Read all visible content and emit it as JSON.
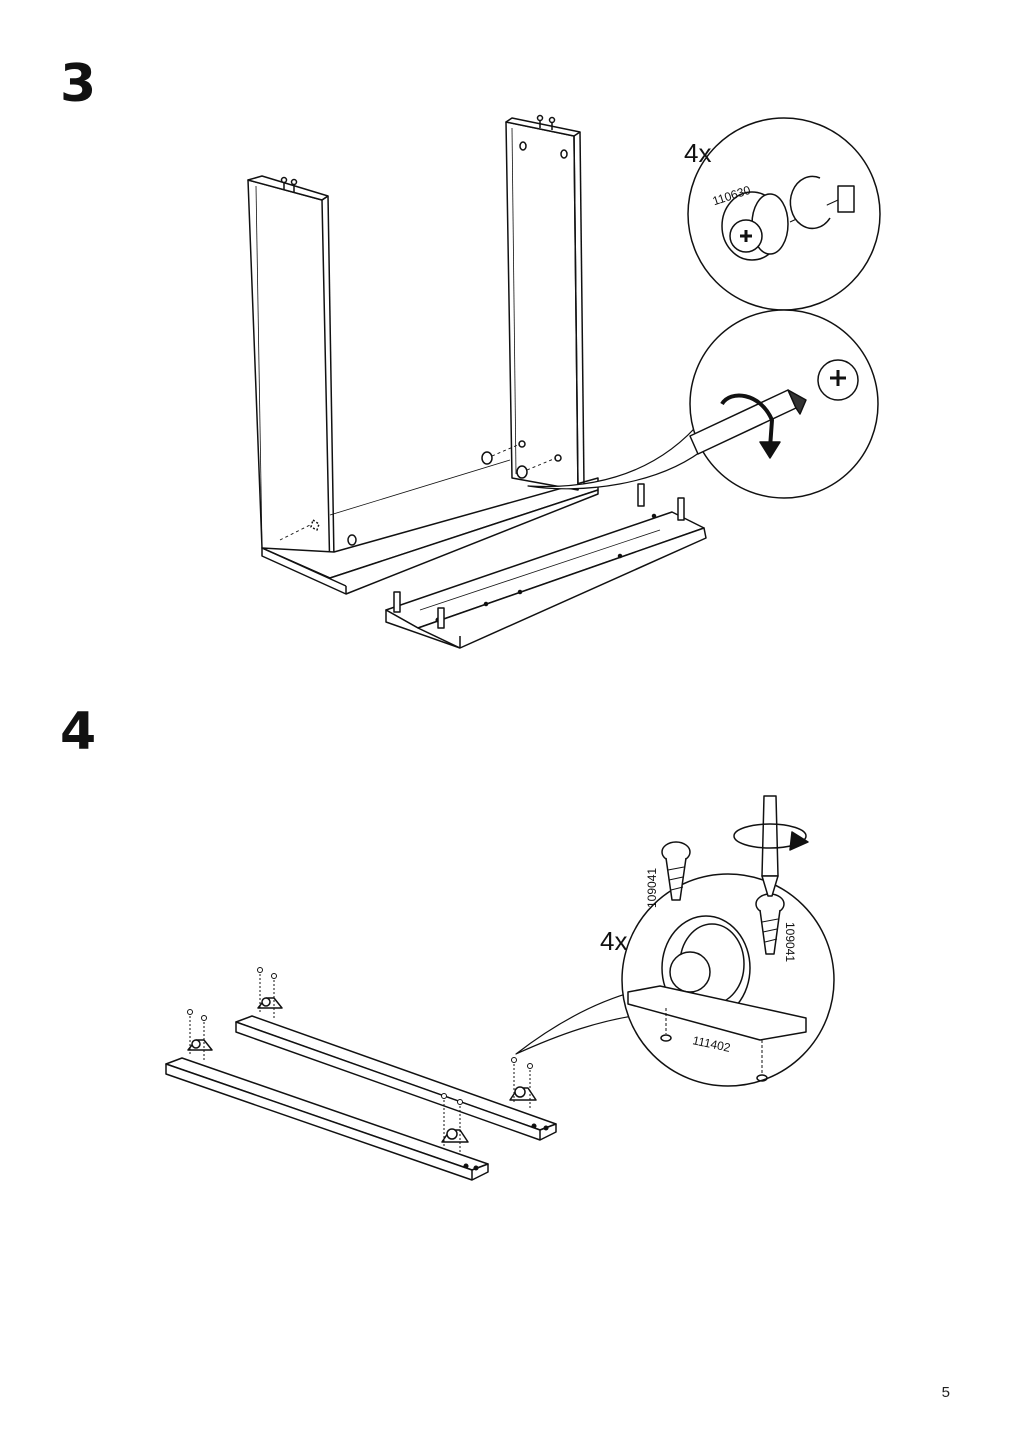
{
  "page": {
    "page_number": "5"
  },
  "step3": {
    "number": "3",
    "quantity": "4x",
    "part_number": "110630"
  },
  "step4": {
    "number": "4",
    "quantity": "4x",
    "screw_part_left": "109041",
    "screw_part_right": "109041",
    "bracket_part": "111402"
  },
  "icons": [
    "cam-lock-icon",
    "screwdriver-icon",
    "rotate-arrow-icon",
    "caster-wheel-icon",
    "wood-screw-icon"
  ]
}
